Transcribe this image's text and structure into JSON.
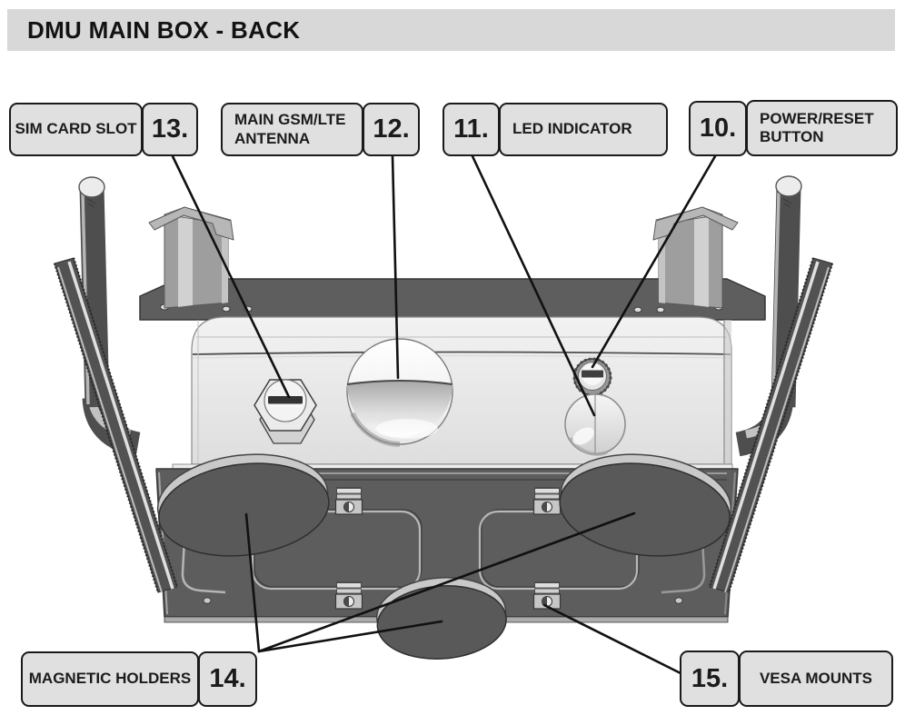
{
  "title": "DMU MAIN BOX - BACK",
  "callouts": {
    "sim": {
      "number": "13.",
      "label": "SIM CARD SLOT"
    },
    "antenna": {
      "number": "12.",
      "label": "MAIN GSM/LTE ANTENNA"
    },
    "led": {
      "number": "11.",
      "label": "LED INDICATOR"
    },
    "power": {
      "number": "10.",
      "label": "POWER/RESET BUTTON"
    },
    "magnets": {
      "number": "14.",
      "label": "MAGNETIC HOLDERS"
    },
    "vesa": {
      "number": "15.",
      "label": "VESA MOUNTS"
    }
  },
  "colors": {
    "titlebar_fill": "#d8d8d8",
    "label_fill": "#e0e0e0",
    "label_border": "#1a1a1a",
    "leader_line": "#111111",
    "dark_metal": "#575757",
    "mid_metal": "#a8a8a8",
    "light_metal": "#e6e6e6"
  }
}
